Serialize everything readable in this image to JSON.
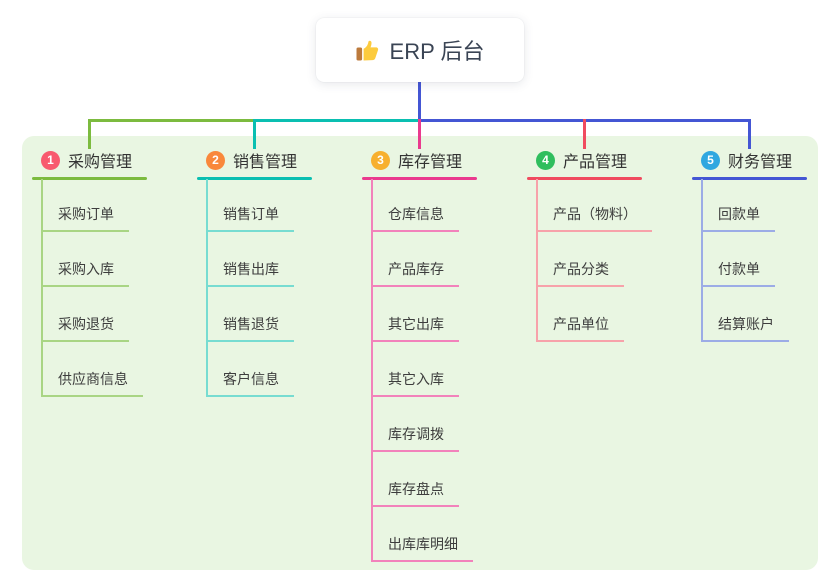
{
  "root": {
    "title": "ERP 后台",
    "icon": "thumbs-up-icon"
  },
  "canvas": {
    "background": "#ffffff",
    "panel_background": "#E9F6E2"
  },
  "connector": {
    "stem_color": "#4456D4"
  },
  "branches": [
    {
      "index": "1",
      "label": "采购管理",
      "badge_color": "#F85A6E",
      "line_color": "#7CBB3F",
      "light_color": "#A9D584",
      "children": [
        "采购订单",
        "采购入库",
        "采购退货",
        "供应商信息"
      ]
    },
    {
      "index": "2",
      "label": "销售管理",
      "badge_color": "#F9883B",
      "line_color": "#0ABFB1",
      "light_color": "#77DCD1",
      "children": [
        "销售订单",
        "销售出库",
        "销售退货",
        "客户信息"
      ]
    },
    {
      "index": "3",
      "label": "库存管理",
      "badge_color": "#F7B02F",
      "line_color": "#EA3A8E",
      "light_color": "#F282BB",
      "children": [
        "仓库信息",
        "产品库存",
        "其它出库",
        "其它入库",
        "库存调拨",
        "库存盘点",
        "出库库明细"
      ]
    },
    {
      "index": "4",
      "label": "产品管理",
      "badge_color": "#2FBE5D",
      "line_color": "#F04B5F",
      "light_color": "#F7A2AA",
      "children": [
        "产品（物料）",
        "产品分类",
        "产品单位"
      ]
    },
    {
      "index": "5",
      "label": "财务管理",
      "badge_color": "#2FA7E0",
      "line_color": "#4456D4",
      "light_color": "#9CACE6",
      "children": [
        "回款单",
        "付款单",
        "结算账户"
      ]
    }
  ]
}
